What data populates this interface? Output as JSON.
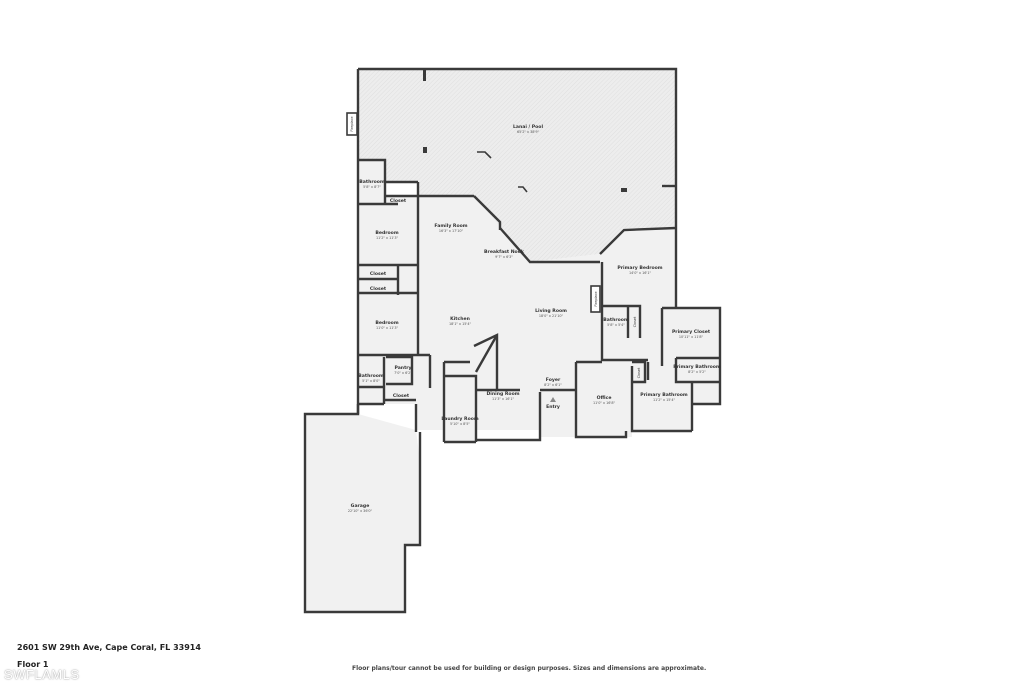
{
  "address": "2601 SW 29th Ave, Cape Coral, FL 33914",
  "floor_label": "Floor 1",
  "disclaimer": "Floor plans/tour cannot be used for building or design purposes. Sizes and dimensions are approximate.",
  "watermark": "SWFLAMLS",
  "rooms": {
    "lanai": {
      "name": "Lanai / Pool",
      "dim": "65'2\" x 38'9\""
    },
    "bathroom_nw": {
      "name": "Bathroom",
      "dim": "5'8\" x 8'7\""
    },
    "closet_nw": {
      "name": "Closet"
    },
    "bedroom_1": {
      "name": "Bedroom",
      "dim": "11'2\" x 11'3\""
    },
    "family_room": {
      "name": "Family Room",
      "dim": "16'3\" x 17'10\""
    },
    "breakfast_nook": {
      "name": "Breakfast Nook",
      "dim": "9'7\" x 6'3\""
    },
    "primary_bedroom": {
      "name": "Primary Bedroom",
      "dim": "14'0\" x 16'1\""
    },
    "closet_w1": {
      "name": "Closet"
    },
    "closet_w2": {
      "name": "Closet"
    },
    "fireplace": {
      "name": "Fireplace"
    },
    "bedroom_2": {
      "name": "Bedroom",
      "dim": "11'0\" x 11'3\""
    },
    "kitchen": {
      "name": "Kitchen",
      "dim": "18'1\" x 15'4\""
    },
    "living_room": {
      "name": "Living Room",
      "dim": "18'0\" x 21'10\""
    },
    "bathroom_mid": {
      "name": "Bathroom",
      "dim": "5'8\" x 5'4\""
    },
    "closet_mid": {
      "name": "Closet"
    },
    "primary_closet": {
      "name": "Primary Closet",
      "dim": "10'11\" x 11'8\""
    },
    "pantry": {
      "name": "Pantry",
      "dim": "7'0\" x 6'2\""
    },
    "bathroom_sw": {
      "name": "Bathroom",
      "dim": "5'1\" x 8'0\""
    },
    "closet_sw": {
      "name": "Closet"
    },
    "primary_bathroom_upper": {
      "name": "Primary Bathroom",
      "dim": "8'2\" x 5'2\""
    },
    "closet_pb": {
      "name": "Closet"
    },
    "foyer": {
      "name": "Foyer",
      "dim": "8'2\" x 6'1\""
    },
    "dining_room": {
      "name": "Dining Room",
      "dim": "11'3\" x 16'1\""
    },
    "office": {
      "name": "Office",
      "dim": "11'0\" x 16'8\""
    },
    "primary_bathroom": {
      "name": "Primary Bathroom",
      "dim": "11'2\" x 15'4\""
    },
    "laundry_room": {
      "name": "Laundry Room",
      "dim": "5'10\" x 8'5\""
    },
    "garage": {
      "name": "Garage",
      "dim": "22'10\" x 36'0\""
    }
  },
  "entry_label": "Entry"
}
